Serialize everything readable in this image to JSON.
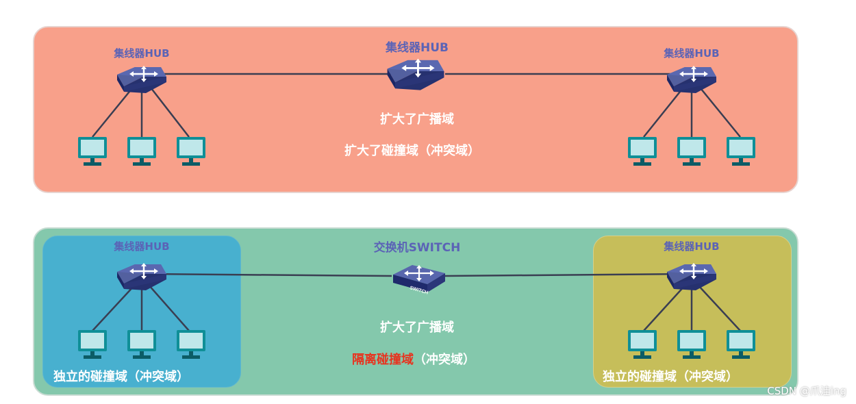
{
  "top_panel": {
    "left_hub_label": "集线器HUB",
    "center_hub_label": "集线器HUB",
    "right_hub_label": "集线器HUB",
    "note_broadcast": "扩大了广播域",
    "note_collision": "扩大了碰撞域（冲突域）"
  },
  "bottom_panel": {
    "left_hub_label": "集线器HUB",
    "switch_label": "交换机SWITCH",
    "switch_badge": "SWITCH",
    "right_hub_label": "集线器HUB",
    "note_broadcast": "扩大了广播域",
    "note_isolate": "隔离碰撞域",
    "note_isolate_suffix": "（冲突域）",
    "left_domain_label": "独立的碰撞域（冲突域）",
    "right_domain_label": "独立的碰撞域（冲突域）"
  },
  "watermark": "CSDN @爪洼ing",
  "colors": {
    "top_panel": "#f8a08a",
    "bottom_panel": "#84c8ac",
    "left_collision_domain": "#48b0cf",
    "right_collision_domain": "#c6be5a",
    "device_label": "#5b63b6",
    "device_body": "#2f3f8f",
    "highlight_text": "#e8321e"
  },
  "icons": [
    "hub-icon",
    "switch-icon",
    "computer-icon"
  ]
}
